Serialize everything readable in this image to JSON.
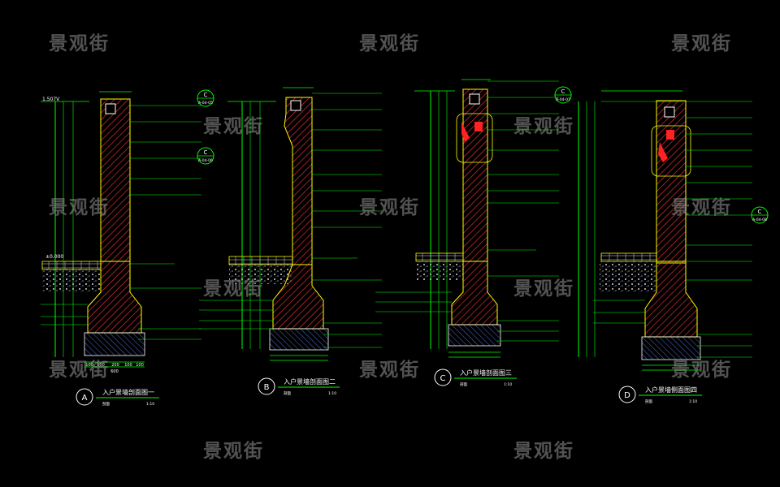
{
  "watermark_text": "景观街",
  "colors": {
    "background": "#000000",
    "dimension": "#00ff00",
    "wall_outline": "#ffff00",
    "hatch_red": "#ff3333",
    "hatch_blue": "#6688ff",
    "label_text": "#ffffff",
    "callout_line": "#00ff00",
    "watermark": "#969696"
  },
  "sections": [
    {
      "id": "A",
      "title": "入户景墙剖面图一",
      "subtitle": "剖面",
      "scale": "1:10"
    },
    {
      "id": "B",
      "title": "入户景墙剖面图二",
      "subtitle": "剖面",
      "scale": "1:10"
    },
    {
      "id": "C",
      "title": "入户景墙剖面图三",
      "subtitle": "剖面",
      "scale": "1:10"
    },
    {
      "id": "D",
      "title": "入户景墙侧面图四",
      "subtitle": "剖面",
      "scale": "1:10"
    }
  ],
  "callout_refs": [
    {
      "letter": "C",
      "sheet": "A-04-05"
    },
    {
      "letter": "C",
      "sheet": "A-04-06"
    },
    {
      "letter": "C",
      "sheet": "A-04-07"
    },
    {
      "letter": "C",
      "sheet": "A-04-08"
    }
  ],
  "level_marks": [
    "1.507V",
    "±0.000"
  ],
  "dimensions_bottom": [
    "100",
    "100",
    "200",
    "100",
    "100"
  ],
  "dimension_total": "600"
}
